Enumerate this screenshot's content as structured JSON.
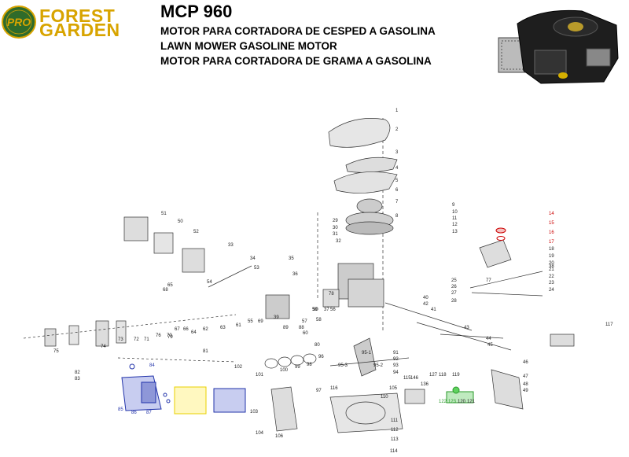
{
  "header": {
    "logo_badge": "PRO",
    "brand_line1": "FOREST",
    "brand_line2": "GARDEN",
    "model": "MCP 960",
    "subtitle_es": "MOTOR PARA CORTADORA DE CESPED A GASOLINA",
    "subtitle_en": "LAWN MOWER GASOLINE MOTOR",
    "subtitle_pt": "MOTOR PARA CORTADORA DE GRAMA A GASOLINA"
  },
  "colors": {
    "brand_gold": "#d8a400",
    "logo_green": "#2f6b2a",
    "callout_red": "#cc0000",
    "callout_blue": "#2233aa",
    "callout_yellow": "#e8d000",
    "callout_green": "#2a9a2a"
  },
  "part_labels": [
    {
      "text": "1",
      "color": "black"
    },
    {
      "text": "2",
      "color": "black"
    },
    {
      "text": "3",
      "color": "black"
    },
    {
      "text": "4",
      "color": "black"
    },
    {
      "text": "5",
      "color": "black"
    },
    {
      "text": "6",
      "color": "black"
    },
    {
      "text": "7",
      "color": "black"
    },
    {
      "text": "8",
      "color": "black"
    },
    {
      "text": "9",
      "color": "black"
    },
    {
      "text": "10",
      "color": "black"
    },
    {
      "text": "11",
      "color": "black"
    },
    {
      "text": "12",
      "color": "black"
    },
    {
      "text": "13",
      "color": "black"
    },
    {
      "text": "14",
      "color": "red"
    },
    {
      "text": "15",
      "color": "red"
    },
    {
      "text": "16",
      "color": "red"
    },
    {
      "text": "17",
      "color": "red"
    },
    {
      "text": "18",
      "color": "black"
    },
    {
      "text": "19",
      "color": "black"
    },
    {
      "text": "20",
      "color": "black"
    },
    {
      "text": "21",
      "color": "black"
    },
    {
      "text": "22",
      "color": "black"
    },
    {
      "text": "23",
      "color": "black"
    },
    {
      "text": "24",
      "color": "black"
    },
    {
      "text": "25",
      "color": "black"
    },
    {
      "text": "26",
      "color": "black"
    },
    {
      "text": "27",
      "color": "black"
    },
    {
      "text": "28",
      "color": "black"
    },
    {
      "text": "29",
      "color": "black"
    },
    {
      "text": "30",
      "color": "black"
    },
    {
      "text": "31",
      "color": "black"
    },
    {
      "text": "32",
      "color": "black"
    },
    {
      "text": "33",
      "color": "black"
    },
    {
      "text": "34",
      "color": "black"
    },
    {
      "text": "35",
      "color": "black"
    },
    {
      "text": "36",
      "color": "black"
    },
    {
      "text": "37",
      "color": "black"
    },
    {
      "text": "38",
      "color": "black"
    },
    {
      "text": "39",
      "color": "black"
    },
    {
      "text": "40",
      "color": "black"
    },
    {
      "text": "41",
      "color": "black"
    },
    {
      "text": "42",
      "color": "black"
    },
    {
      "text": "43",
      "color": "black"
    },
    {
      "text": "44",
      "color": "black"
    },
    {
      "text": "45",
      "color": "black"
    },
    {
      "text": "46",
      "color": "black"
    },
    {
      "text": "47",
      "color": "black"
    },
    {
      "text": "48",
      "color": "black"
    },
    {
      "text": "49",
      "color": "black"
    },
    {
      "text": "50",
      "color": "black"
    },
    {
      "text": "51",
      "color": "black"
    },
    {
      "text": "52",
      "color": "black"
    },
    {
      "text": "53",
      "color": "black"
    },
    {
      "text": "54",
      "color": "black"
    },
    {
      "text": "55",
      "color": "black"
    },
    {
      "text": "56",
      "color": "black"
    },
    {
      "text": "57",
      "color": "black"
    },
    {
      "text": "58",
      "color": "black"
    },
    {
      "text": "59",
      "color": "black"
    },
    {
      "text": "60",
      "color": "black"
    },
    {
      "text": "61",
      "color": "black"
    },
    {
      "text": "62",
      "color": "black"
    },
    {
      "text": "63",
      "color": "black"
    },
    {
      "text": "64",
      "color": "black"
    },
    {
      "text": "65",
      "color": "black"
    },
    {
      "text": "66",
      "color": "black"
    },
    {
      "text": "67",
      "color": "black"
    },
    {
      "text": "68",
      "color": "black"
    },
    {
      "text": "69",
      "color": "black"
    },
    {
      "text": "70",
      "color": "black"
    },
    {
      "text": "71",
      "color": "black"
    },
    {
      "text": "72",
      "color": "black"
    },
    {
      "text": "73",
      "color": "black"
    },
    {
      "text": "74",
      "color": "black"
    },
    {
      "text": "75",
      "color": "black"
    },
    {
      "text": "76",
      "color": "black"
    },
    {
      "text": "77",
      "color": "black"
    },
    {
      "text": "78",
      "color": "black"
    },
    {
      "text": "79",
      "color": "black"
    },
    {
      "text": "80",
      "color": "black"
    },
    {
      "text": "81",
      "color": "black"
    },
    {
      "text": "82",
      "color": "black"
    },
    {
      "text": "83",
      "color": "black"
    },
    {
      "text": "84",
      "color": "blue"
    },
    {
      "text": "85",
      "color": "blue"
    },
    {
      "text": "86",
      "color": "blue"
    },
    {
      "text": "87",
      "color": "blue"
    },
    {
      "text": "88",
      "color": "black"
    },
    {
      "text": "89",
      "color": "black"
    },
    {
      "text": "90",
      "color": "black"
    },
    {
      "text": "91",
      "color": "black"
    },
    {
      "text": "92",
      "color": "black"
    },
    {
      "text": "93",
      "color": "black"
    },
    {
      "text": "94",
      "color": "black"
    },
    {
      "text": "95-1",
      "color": "black"
    },
    {
      "text": "95-2",
      "color": "black"
    },
    {
      "text": "95-3",
      "color": "black"
    },
    {
      "text": "96",
      "color": "black"
    },
    {
      "text": "97",
      "color": "black"
    },
    {
      "text": "98",
      "color": "black"
    },
    {
      "text": "99",
      "color": "black"
    },
    {
      "text": "100",
      "color": "black"
    },
    {
      "text": "101",
      "color": "black"
    },
    {
      "text": "102",
      "color": "black"
    },
    {
      "text": "103",
      "color": "black"
    },
    {
      "text": "104",
      "color": "black"
    },
    {
      "text": "105",
      "color": "black"
    },
    {
      "text": "106",
      "color": "black"
    },
    {
      "text": "110",
      "color": "black"
    },
    {
      "text": "111",
      "color": "black"
    },
    {
      "text": "112",
      "color": "black"
    },
    {
      "text": "113",
      "color": "black"
    },
    {
      "text": "114",
      "color": "black"
    },
    {
      "text": "115",
      "color": "black"
    },
    {
      "text": "116",
      "color": "black"
    },
    {
      "text": "117",
      "color": "black"
    },
    {
      "text": "118",
      "color": "black"
    },
    {
      "text": "119",
      "color": "black"
    },
    {
      "text": "120",
      "color": "black"
    },
    {
      "text": "121",
      "color": "black"
    },
    {
      "text": "122",
      "color": "green"
    },
    {
      "text": "123",
      "color": "green"
    },
    {
      "text": "127",
      "color": "black"
    },
    {
      "text": "136",
      "color": "black"
    },
    {
      "text": "146",
      "color": "black"
    }
  ]
}
